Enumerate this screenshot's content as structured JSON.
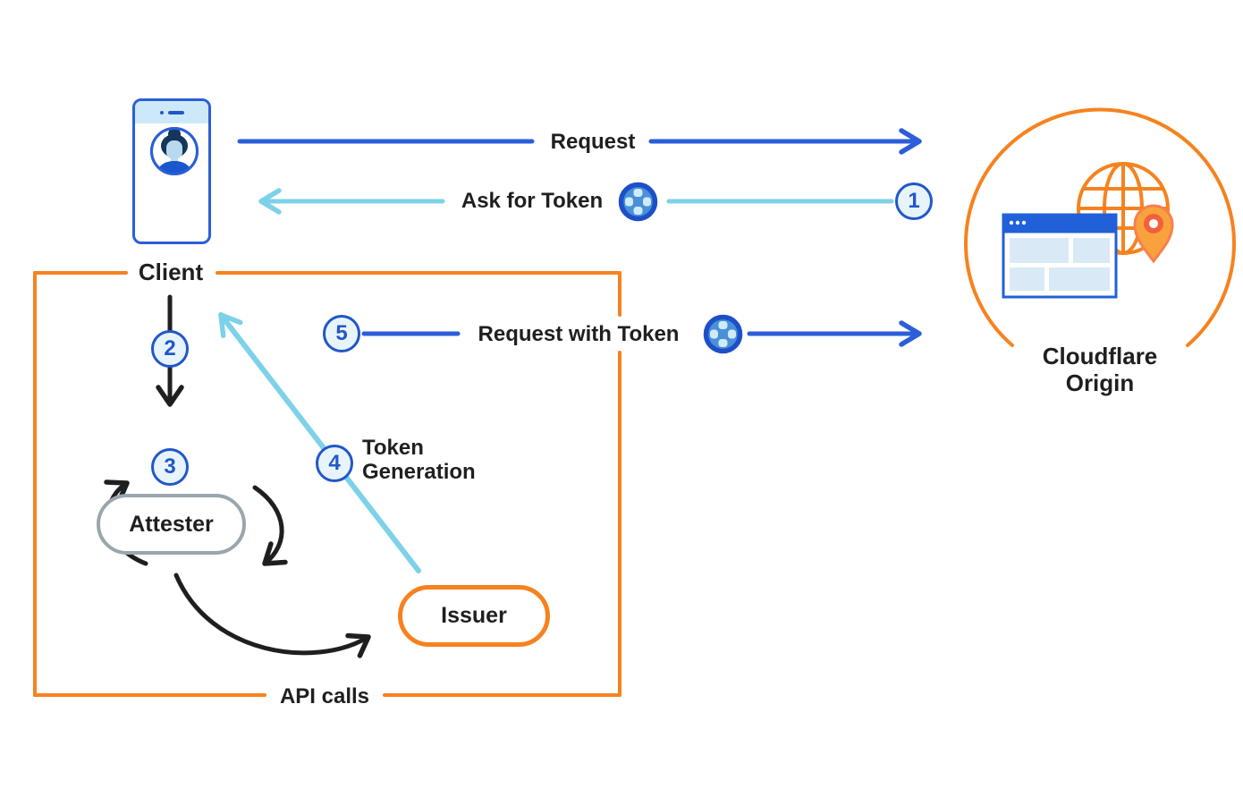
{
  "diagram": {
    "nodes": {
      "client": {
        "label": "Client"
      },
      "cloudflare_origin": {
        "line1": "Cloudflare",
        "line2": "Origin"
      },
      "attester": {
        "label": "Attester"
      },
      "issuer": {
        "label": "Issuer"
      }
    },
    "flows": {
      "request": {
        "label": "Request"
      },
      "ask_for_token": {
        "label": "Ask for Token",
        "step": "1"
      },
      "client_to_attester": {
        "step": "2"
      },
      "attestation": {
        "step": "3"
      },
      "token_generation": {
        "line1": "Token",
        "line2": "Generation",
        "step": "4"
      },
      "request_with_token": {
        "label": "Request with Token",
        "step": "5"
      }
    },
    "box_label": "API calls",
    "colors": {
      "arrow_blue": "#2b5ed8",
      "light_blue": "#7dd1e8",
      "orange": "#f6821f",
      "badge_blue": "#2257c9",
      "badge_fill": "#e8f4fc",
      "attester_gray": "#9aa6ad",
      "black": "#1f1f1f",
      "panel_light_blue": "#cde8f8",
      "browser_blue": "#2060d9"
    }
  }
}
